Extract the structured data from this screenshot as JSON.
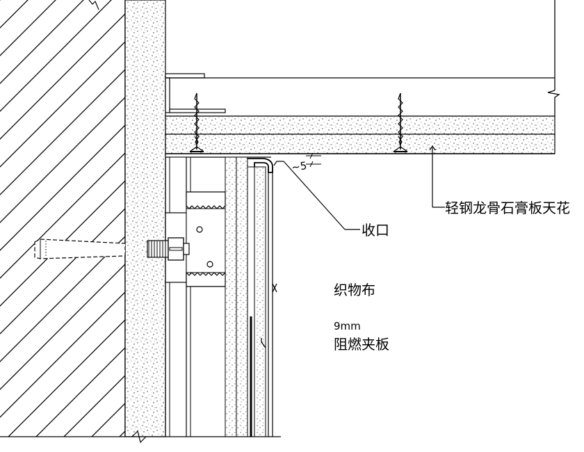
{
  "labels": {
    "ceiling": "轻钢龙骨石膏板天花",
    "edge_trim": "收口",
    "fabric": "织物布",
    "board_thickness": "9mm",
    "board_name": "阻燃夹板",
    "gap_mark": "~5"
  }
}
